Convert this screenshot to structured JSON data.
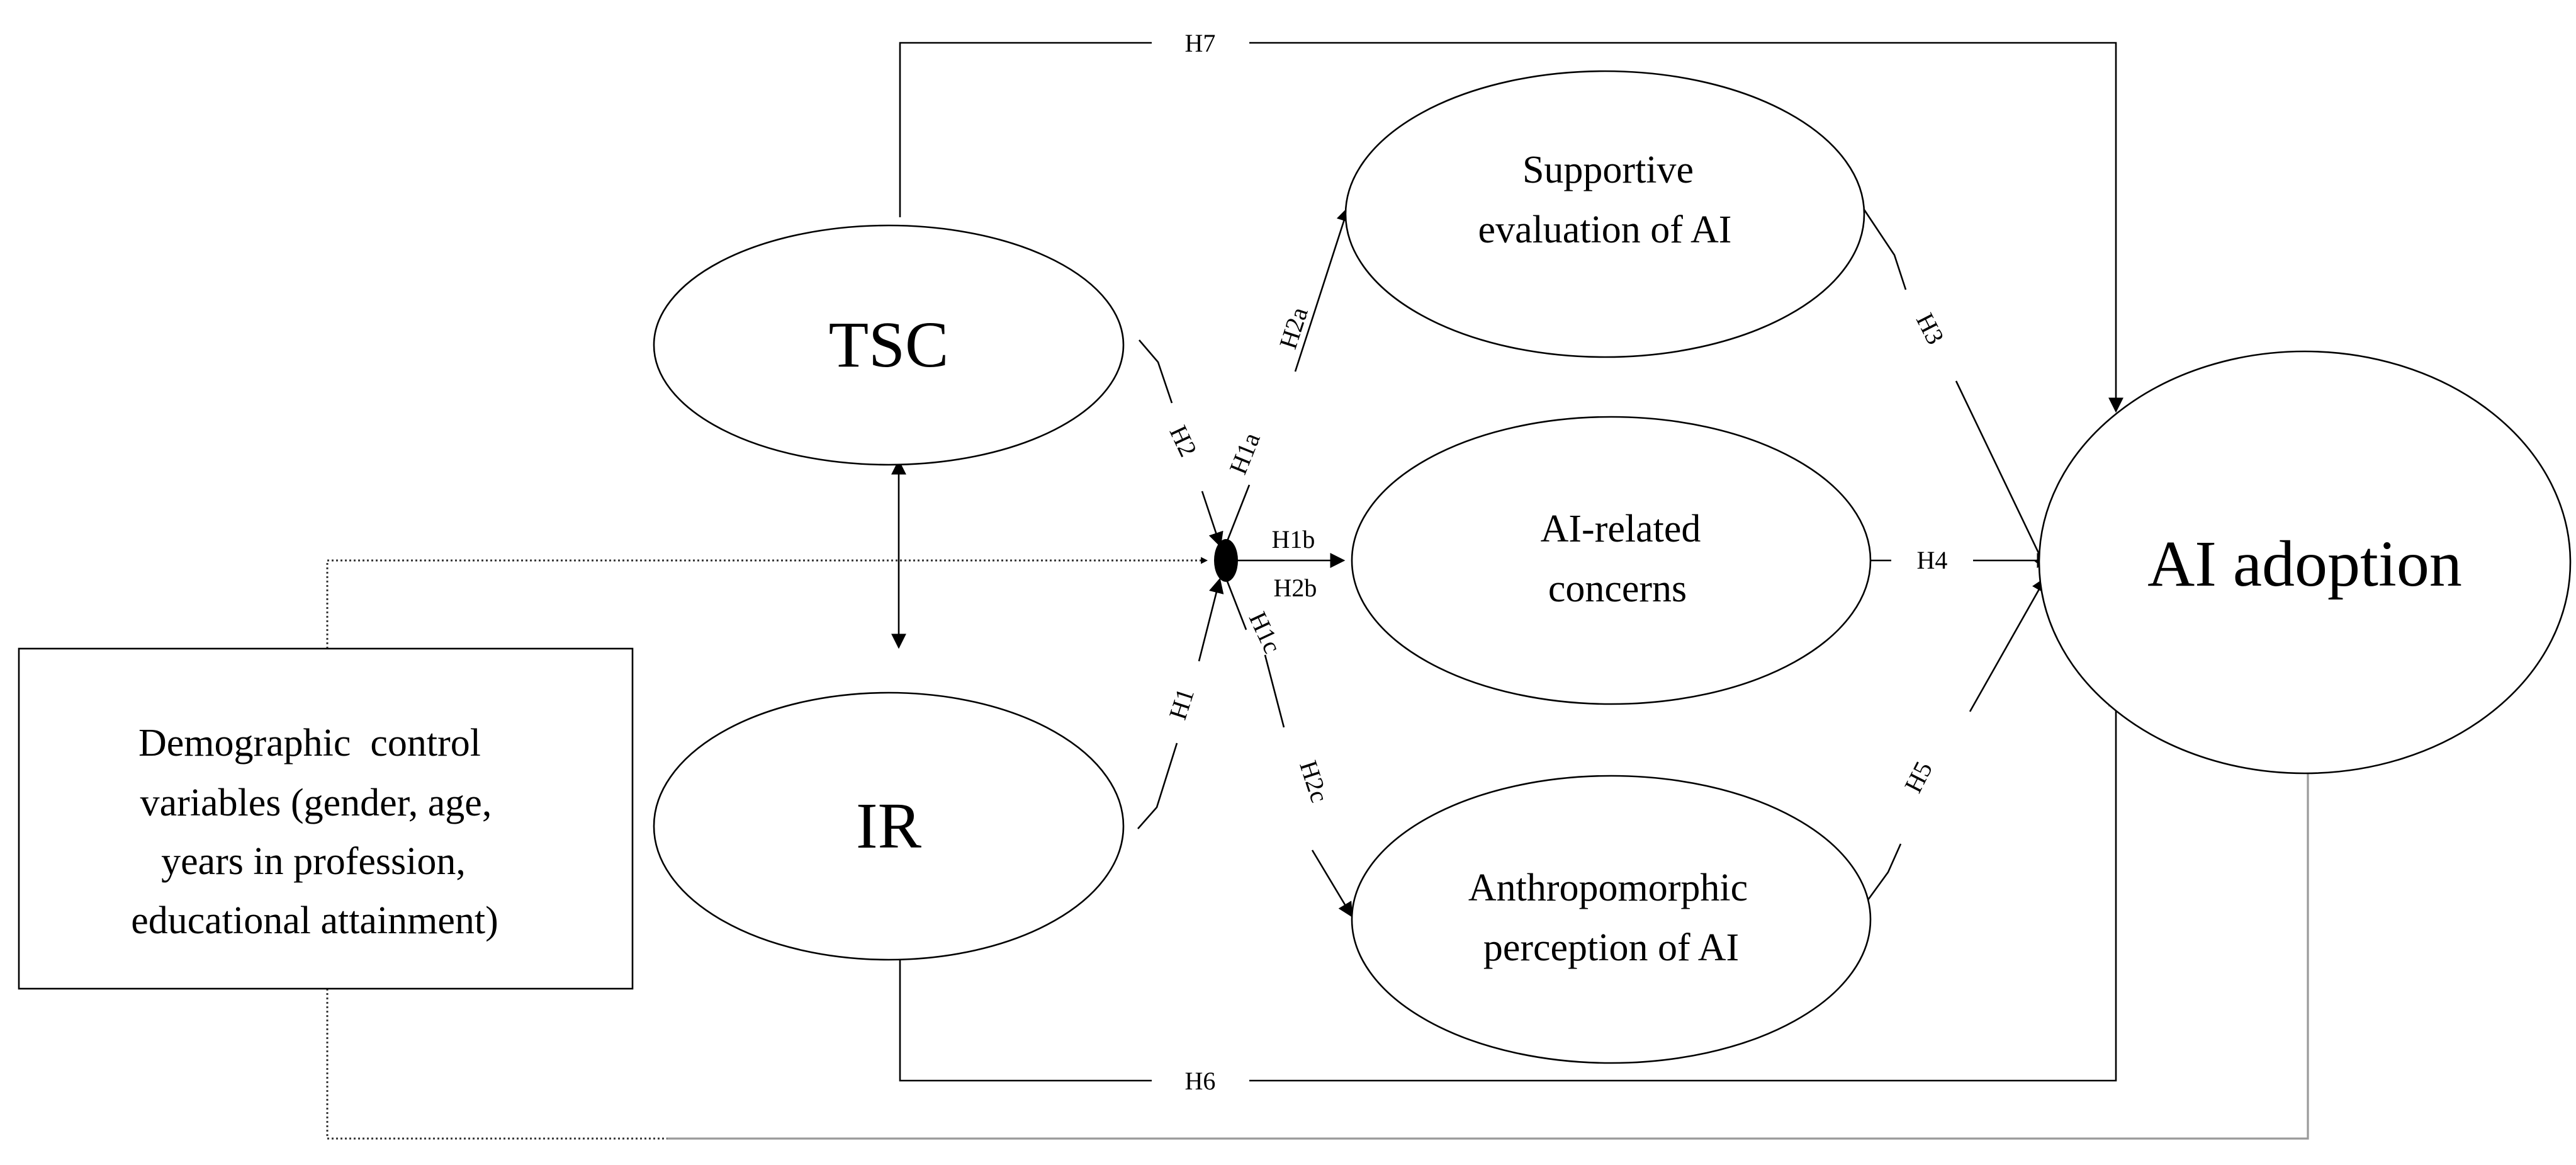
{
  "nodes": {
    "tsc": "TSC",
    "ir": "IR",
    "supportive_evaluation": [
      "Supportive",
      "evaluation of AI"
    ],
    "ai_related_concerns": [
      "AI-related",
      "concerns"
    ],
    "anthropomorphic_perception": [
      "Anthropomorphic",
      "perception of AI"
    ],
    "ai_adoption": "AI adoption",
    "demographic_controls": [
      "Demographic  control",
      "variables (gender, age,",
      "years in profession,",
      "educational attainment)"
    ]
  },
  "paths": {
    "h1": "H1",
    "h1a": "H1a",
    "h1b": "H1b",
    "h1c": "H1c",
    "h2": "H2",
    "h2a": "H2a",
    "h2b": "H2b",
    "h2c": "H2c",
    "h3": "H3",
    "h4": "H4",
    "h5": "H5",
    "h6": "H6",
    "h7": "H7"
  }
}
